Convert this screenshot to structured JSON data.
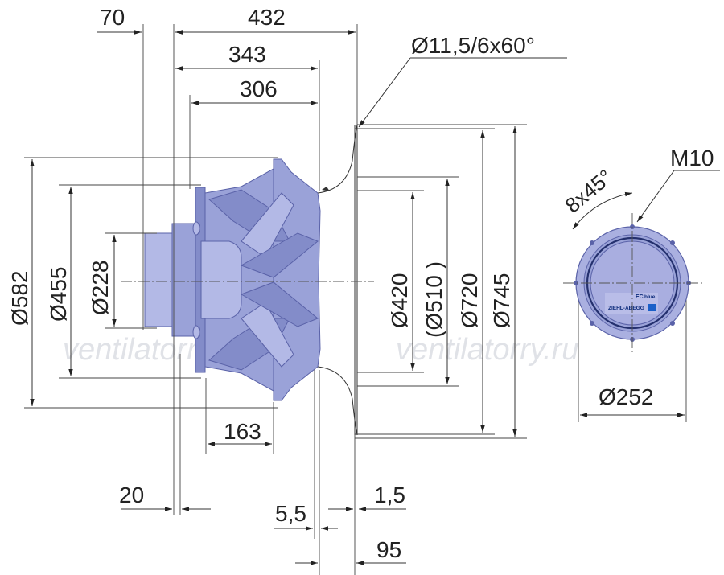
{
  "dimensions": {
    "d70": "70",
    "d432": "432",
    "d343": "343",
    "d306": "306",
    "d163": "163",
    "d20": "20",
    "d5_5": "5,5",
    "d1_5": "1,5",
    "d95": "95",
    "d582": "Ø582",
    "d455": "Ø455",
    "d228": "Ø228",
    "d420": "Ø420",
    "d510": "(Ø510 )",
    "d720": "Ø720",
    "d745": "Ø745",
    "hole_spec": "Ø11,5/6x60°",
    "m10": "M10",
    "angle": "8x45°",
    "d252": "Ø252"
  },
  "watermarks": [
    "ventilatorry.ru",
    "ventilatorry.ru"
  ],
  "logo": {
    "ec": "EC",
    "blue": "blue",
    "brand": "ZIEHL-ABEGG"
  },
  "colors": {
    "body": "#9aa2d8",
    "outline": "#5a62a8",
    "line": "#333333"
  }
}
